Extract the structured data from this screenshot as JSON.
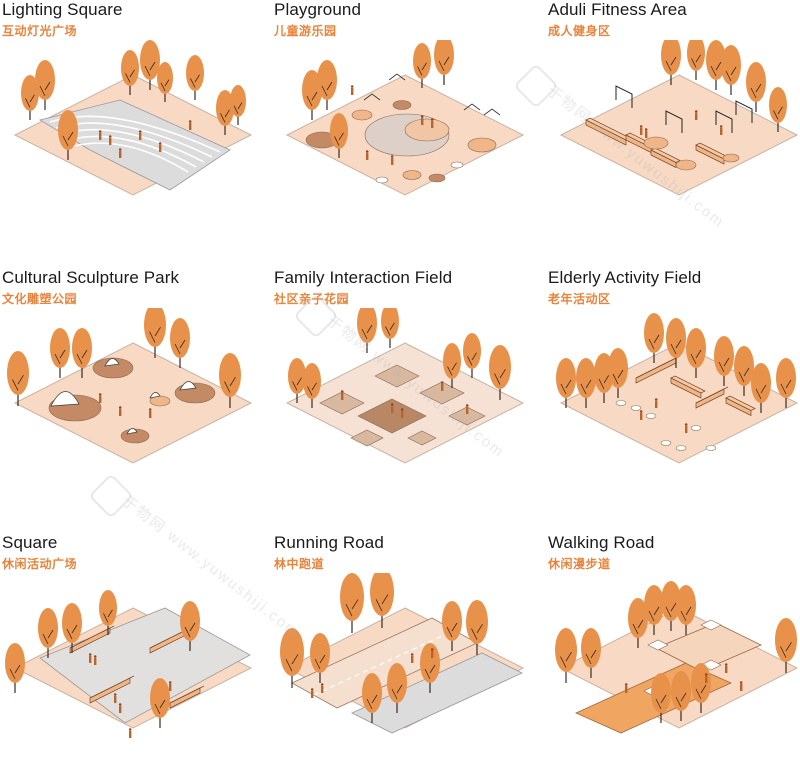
{
  "colors": {
    "ground": "#f7d9c4",
    "ground_edge": "#c9b3a3",
    "tree": "#e8914a",
    "trunk": "#3a2a20",
    "pavement": "#dcdcdc",
    "feature": "#f0b688",
    "dark_feature": "#c48a66",
    "accent": "#e8843c"
  },
  "panels": [
    {
      "title_en": "Lighting Square",
      "title_cn": "互动灯光广场",
      "icon": "lighting-square-scene"
    },
    {
      "title_en": "Playground",
      "title_cn": "儿童游乐园",
      "icon": "playground-scene"
    },
    {
      "title_en": "Aduli Fitness Area",
      "title_cn": "成人健身区",
      "icon": "fitness-area-scene"
    },
    {
      "title_en": "Cultural Sculpture Park",
      "title_cn": "文化雕塑公园",
      "icon": "sculpture-park-scene"
    },
    {
      "title_en": "Family Interaction Field",
      "title_cn": "社区亲子花园",
      "icon": "family-field-scene"
    },
    {
      "title_en": "Elderly Activity Field",
      "title_cn": "老年活动区",
      "icon": "elderly-field-scene"
    },
    {
      "title_en": "Square",
      "title_cn": "休闲活动广场",
      "icon": "square-scene"
    },
    {
      "title_en": "Running Road",
      "title_cn": "林中跑道",
      "icon": "running-road-scene"
    },
    {
      "title_en": "Walking Road",
      "title_cn": "休闲漫步道",
      "icon": "walking-road-scene"
    }
  ],
  "watermark": {
    "text": "www.yuwushiji.com",
    "brand": "于物网"
  }
}
